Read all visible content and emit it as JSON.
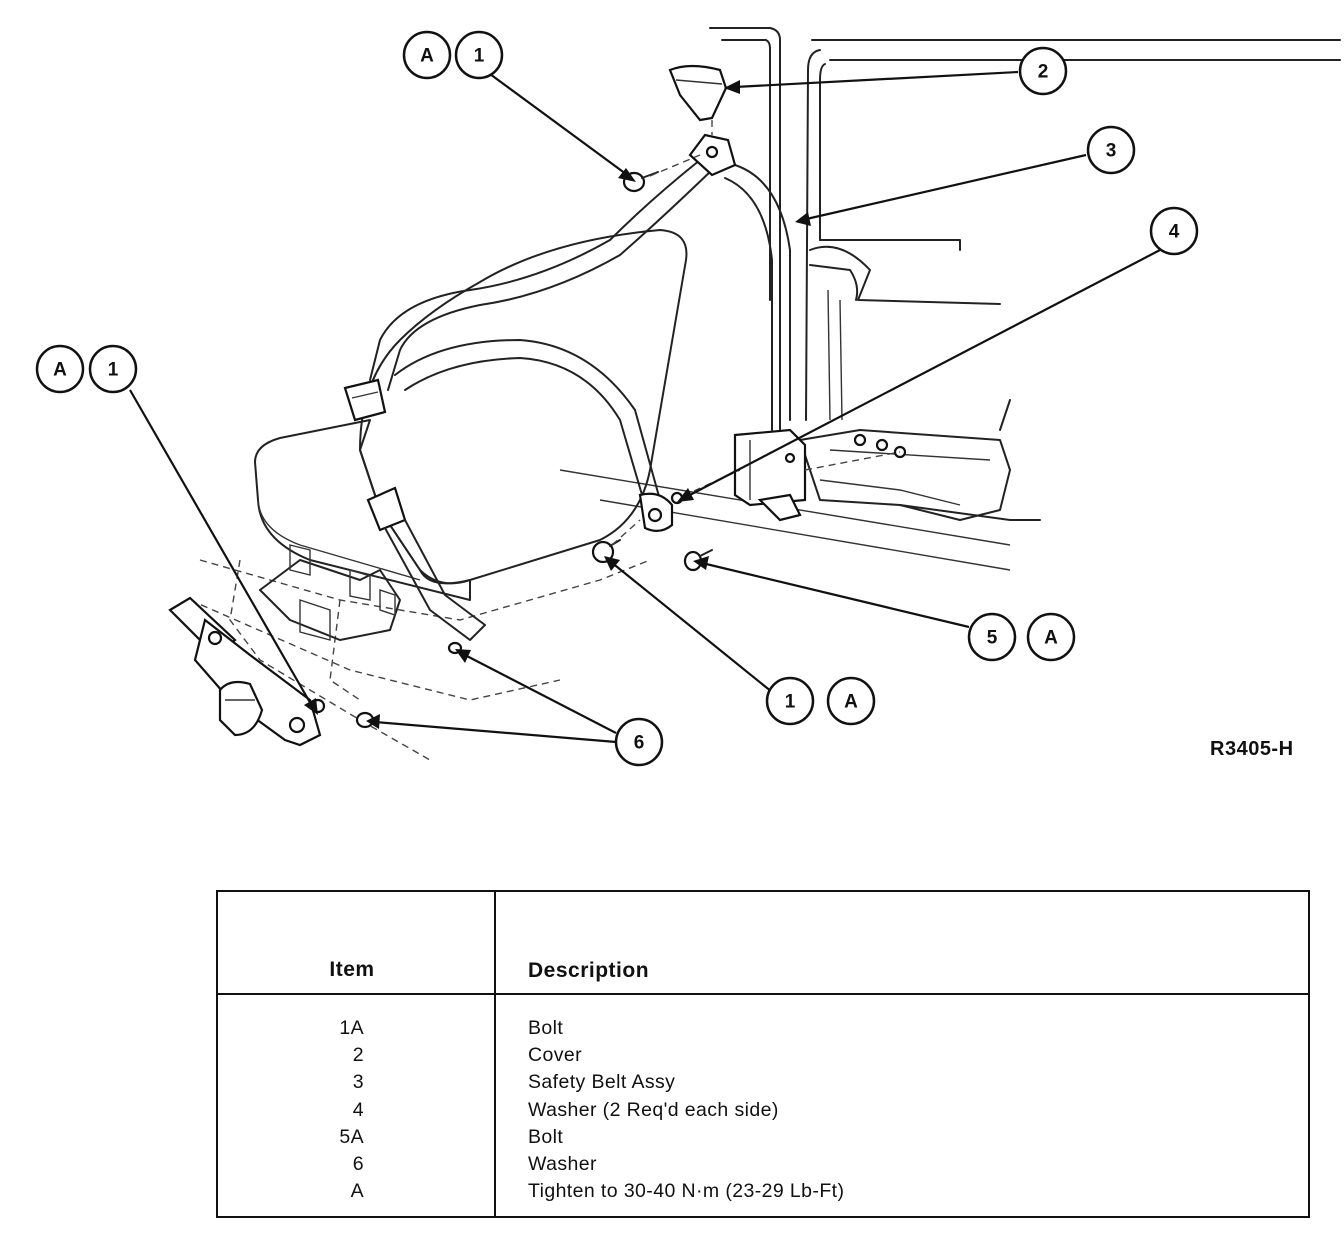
{
  "reference_code": "R3405-H",
  "callouts": {
    "c_A_top": "A",
    "c_1_top": "1",
    "c_2": "2",
    "c_3": "3",
    "c_4": "4",
    "c_A_left": "A",
    "c_1_left": "1",
    "c_5": "5",
    "c_A_right": "A",
    "c_1_bottom": "1",
    "c_A_bottom": "A",
    "c_6": "6"
  },
  "legend": {
    "header_item": "Item",
    "header_description": "Description",
    "rows": [
      {
        "item": "1A",
        "description": "Bolt"
      },
      {
        "item": "2",
        "description": "Cover"
      },
      {
        "item": "3",
        "description": "Safety Belt Assy"
      },
      {
        "item": "4",
        "description": "Washer (2 Req'd each side)"
      },
      {
        "item": "5A",
        "description": "Bolt"
      },
      {
        "item": "6",
        "description": "Washer"
      },
      {
        "item": "A",
        "description": "Tighten to 30-40 N·m (23-29 Lb-Ft)"
      }
    ]
  }
}
